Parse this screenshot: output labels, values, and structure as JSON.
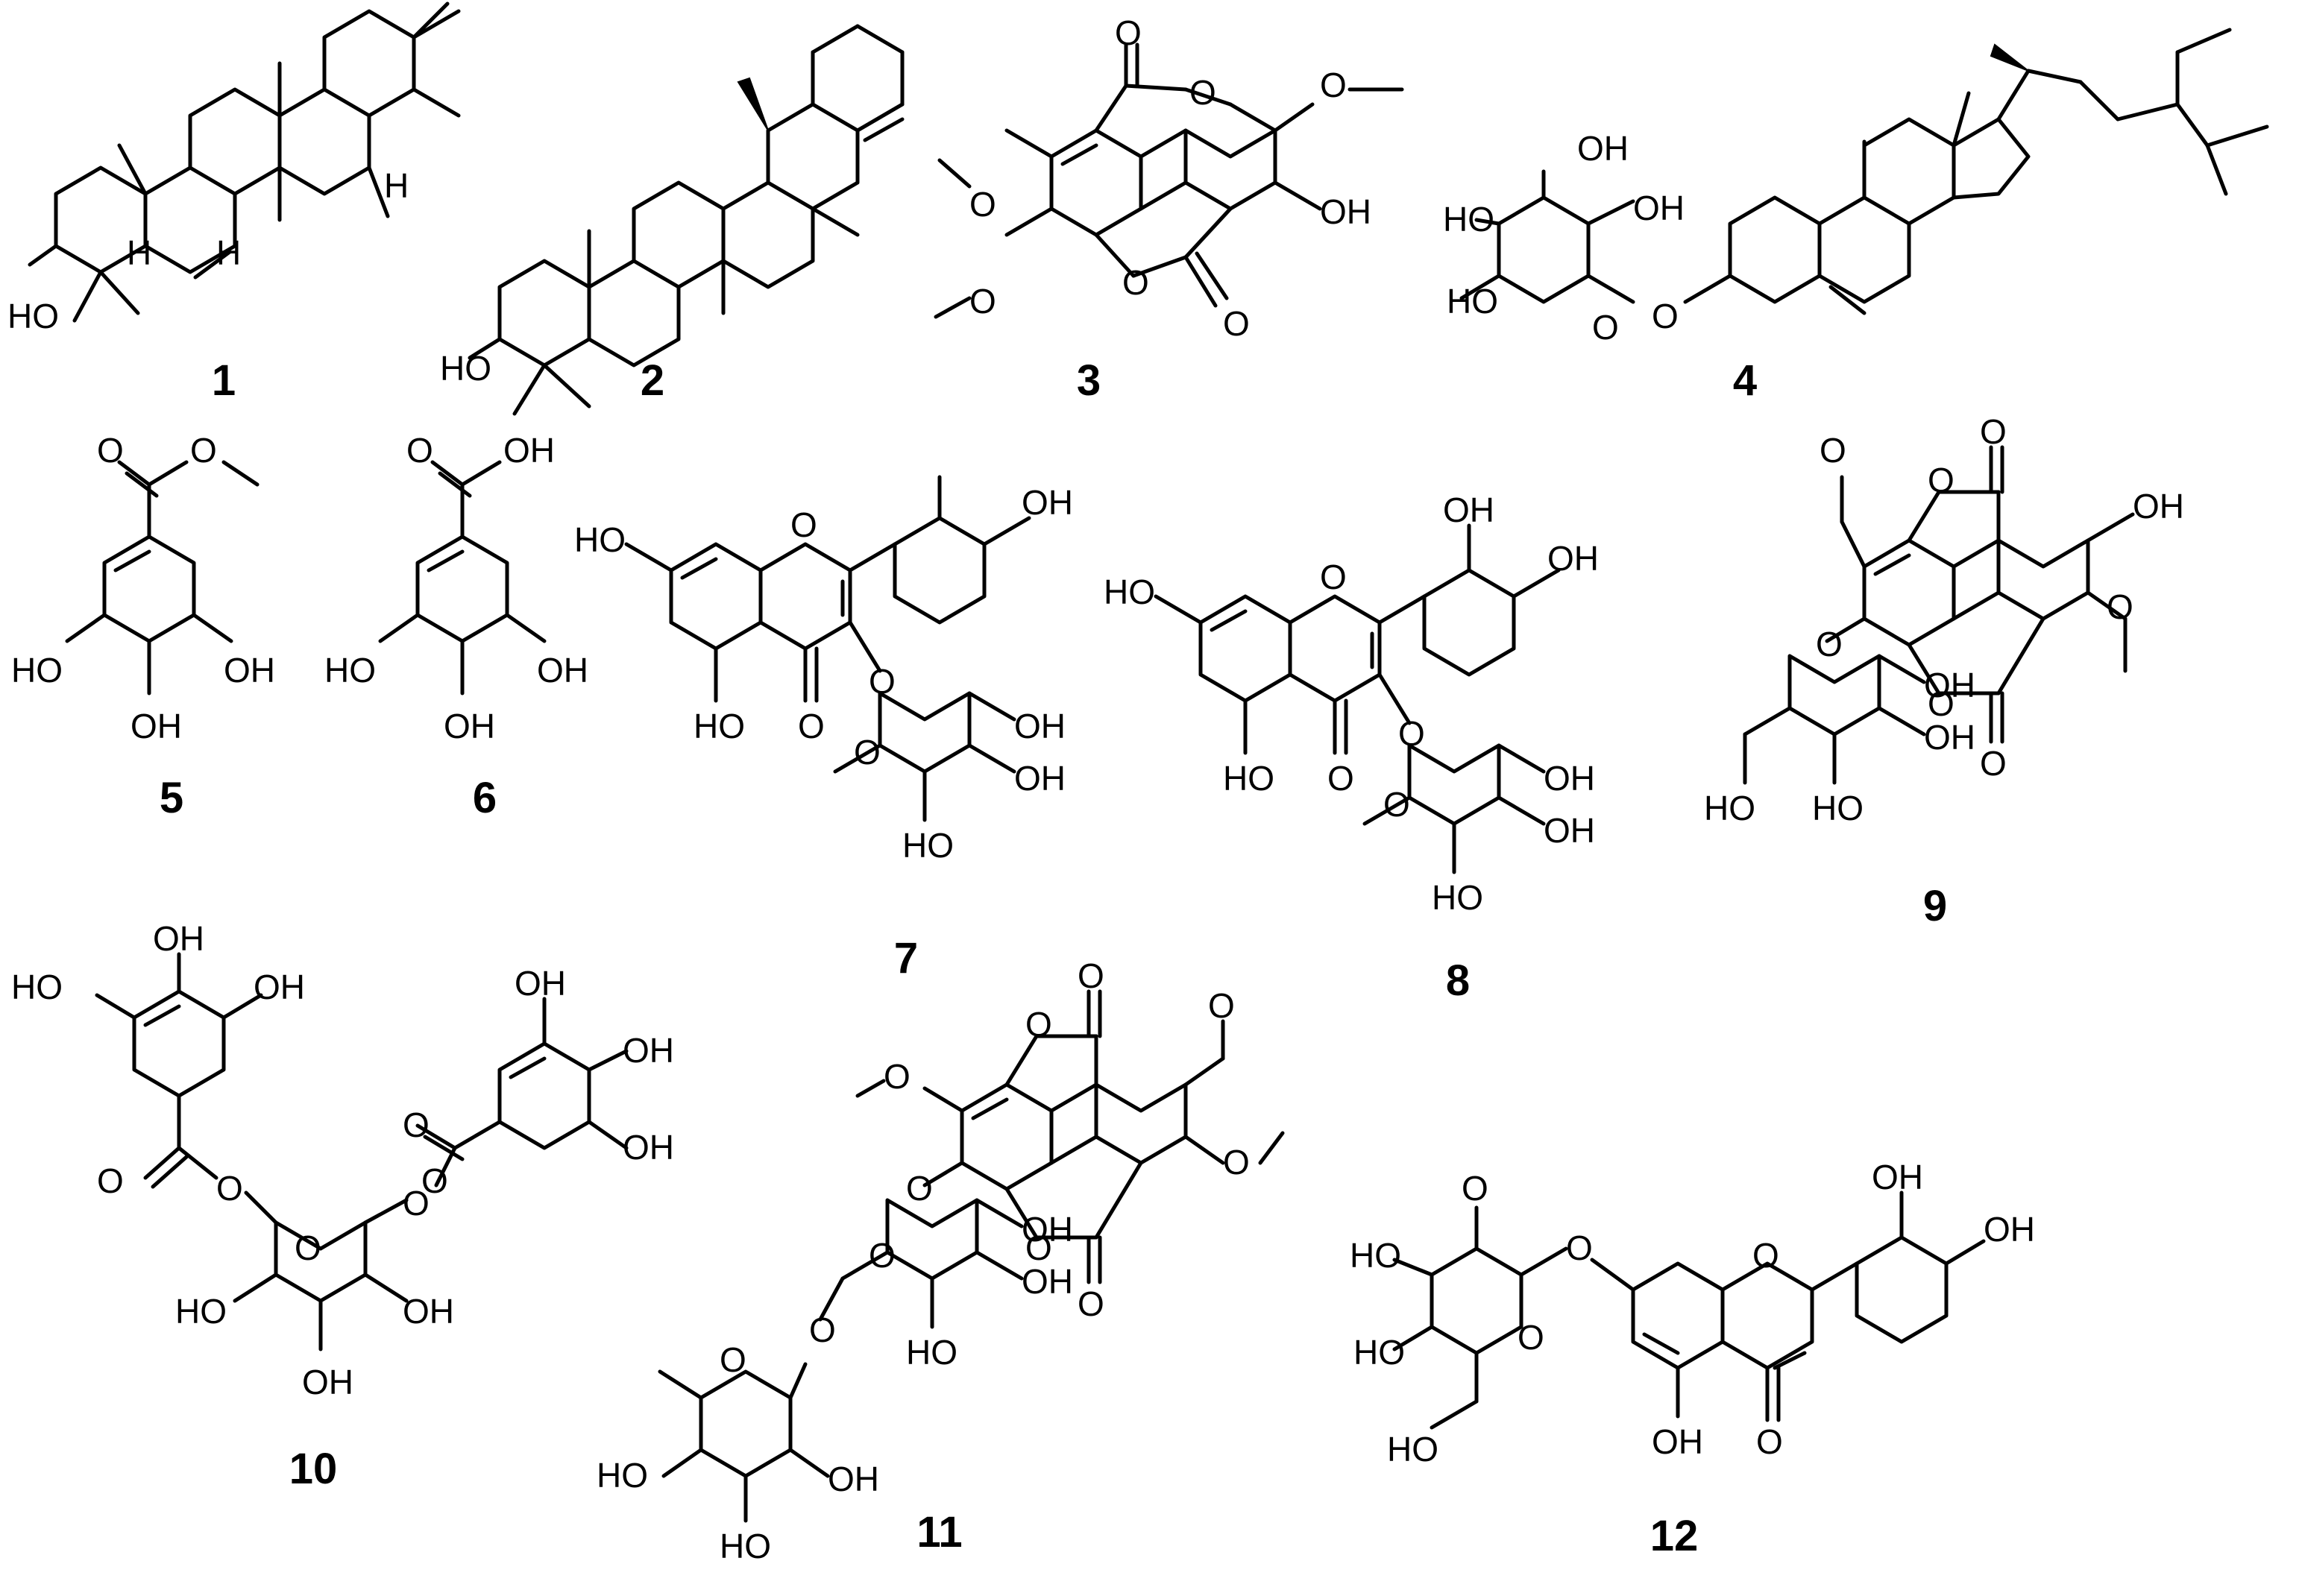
{
  "figure": {
    "compounds": [
      {
        "number": "1",
        "atoms": [
          "HO",
          "H",
          "H",
          "H"
        ]
      },
      {
        "number": "2",
        "atoms": [
          "HO"
        ]
      },
      {
        "number": "3",
        "atoms": [
          "O",
          "O",
          "O",
          "O",
          "O",
          "O",
          "O",
          "OH"
        ]
      },
      {
        "number": "4",
        "atoms": [
          "OH",
          "HO",
          "OH",
          "HO",
          "O",
          "O"
        ]
      },
      {
        "number": "5",
        "atoms": [
          "O",
          "O",
          "HO",
          "OH",
          "OH"
        ]
      },
      {
        "number": "6",
        "atoms": [
          "O",
          "OH",
          "HO",
          "OH",
          "OH"
        ]
      },
      {
        "number": "7",
        "atoms": [
          "OH",
          "HO",
          "O",
          "HO",
          "O",
          "O",
          "OH",
          "O",
          "OH",
          "HO"
        ]
      },
      {
        "number": "8",
        "atoms": [
          "OH",
          "OH",
          "HO",
          "O",
          "HO",
          "O",
          "O",
          "OH",
          "O",
          "OH",
          "HO"
        ]
      },
      {
        "number": "9",
        "atoms": [
          "O",
          "O",
          "O",
          "OH",
          "O",
          "O",
          "O",
          "OH",
          "O",
          "HO",
          "HO",
          "OH"
        ]
      },
      {
        "number": "10",
        "atoms": [
          "OH",
          "HO",
          "OH",
          "OH",
          "OH",
          "OH",
          "O",
          "O",
          "O",
          "O",
          "O",
          "O",
          "HO",
          "OH",
          "OH"
        ]
      },
      {
        "number": "11",
        "atoms": [
          "O",
          "O",
          "O",
          "O",
          "O",
          "O",
          "O",
          "O",
          "OH",
          "O",
          "OH",
          "HO",
          "O",
          "O",
          "HO",
          "HO",
          "OH"
        ]
      },
      {
        "number": "12",
        "atoms": [
          "OH",
          "OH",
          "HO",
          "O",
          "O",
          "O",
          "HO",
          "O",
          "HO",
          "OH",
          "O"
        ]
      }
    ]
  }
}
